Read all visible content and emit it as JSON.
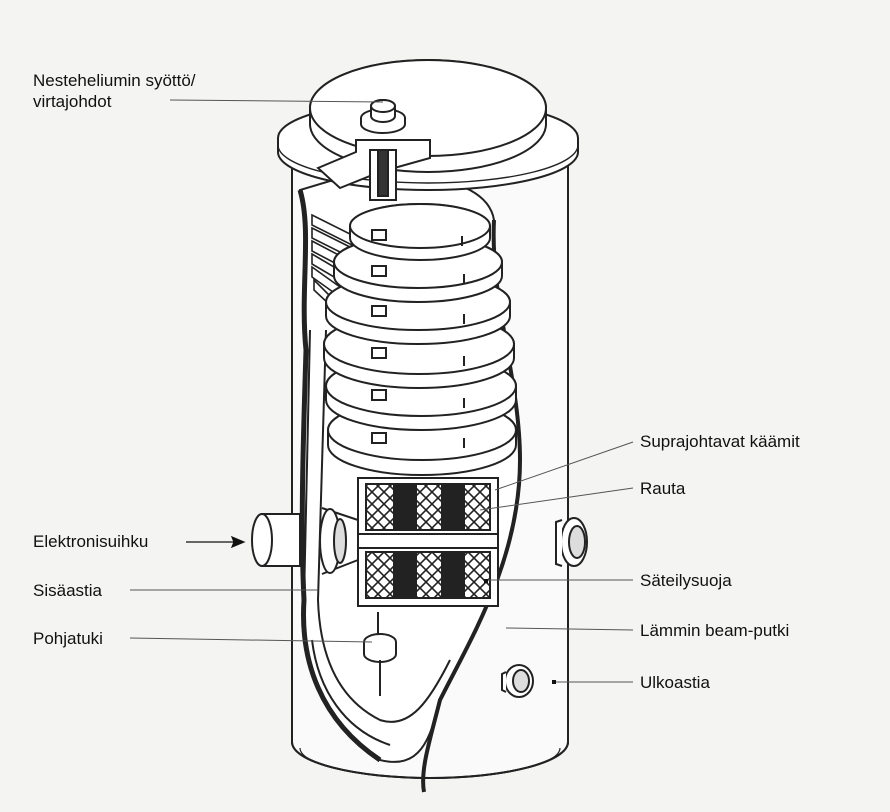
{
  "labels": {
    "helium_feed_line1": "Nesteheliumin syöttö/",
    "helium_feed_line2": "virtajohdot",
    "superconducting_coils": "Suprajohtavat käämit",
    "iron": "Rauta",
    "electron_gun": "Elektronisuihku",
    "inner_vessel": "Sisäastia",
    "radiation_shield": "Säteilysuoja",
    "bottom_support": "Pohjatuki",
    "warm_beam_tube": "Lämmin beam-putki",
    "outer_vessel": "Ulkoastia"
  }
}
